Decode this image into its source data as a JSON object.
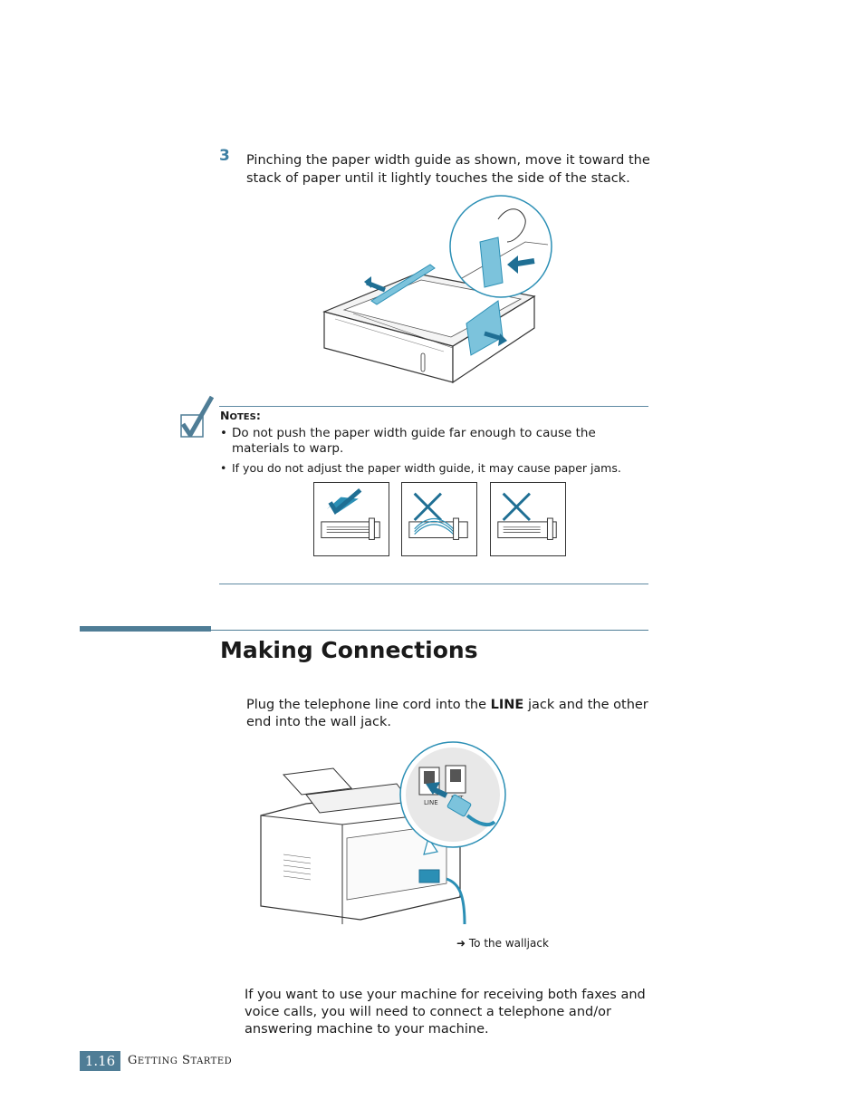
{
  "step": {
    "number": "3",
    "text": "Pinching the paper width guide as shown, move it toward the stack of paper until it lightly touches the side of the stack."
  },
  "notes": {
    "title_first": "N",
    "title_rest": "OTES",
    "title_colon": ":",
    "items": [
      {
        "bullet": "•",
        "line1": "Do not push the paper width guide far enough to cause the",
        "line2": "materials to warp."
      },
      {
        "bullet": "•",
        "line1": "If you do not adjust the paper width guide, it may cause paper jams.",
        "line2": ""
      }
    ]
  },
  "section": {
    "title": "Making Connections"
  },
  "connection_text": {
    "before": "Plug the telephone line cord into the ",
    "bold": "LINE",
    "after": " jack and the other end into the wall jack."
  },
  "figure_labels": {
    "line_jack": "LINE",
    "ext_jack": "EXT",
    "caption_arrow": "➜",
    "caption": "To the walljack"
  },
  "closing_text": "If you want to use your machine for receiving both faxes and voice calls, you will need to connect a telephone and/or answering machine to your machine.",
  "footer": {
    "page_number": "1.16",
    "section_g": "G",
    "section_etting": "ETTING",
    "section_s": "S",
    "section_tarted": "TARTED"
  },
  "colors": {
    "accent": "#4f7d96",
    "illustration": "#2b8fb5"
  }
}
